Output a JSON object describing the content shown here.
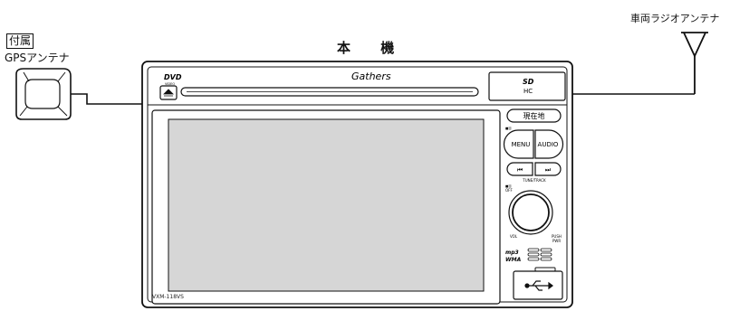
{
  "labels": {
    "unit_title": "本 機",
    "gps_tag": "付属",
    "gps_label": "GPSアンテナ",
    "antenna_label": "車両ラジオアンテナ"
  },
  "unit": {
    "dvd_logo": "DVD",
    "dvd_sub": "VIDEO",
    "brand": "Gathers",
    "model": "VXM-118VS",
    "sd_logo": "SD",
    "sd_sub": "HC",
    "btn_current": "現在地",
    "btn_menu": "MENU",
    "btn_audio": "AUDIO",
    "btn_prev": "⏮",
    "btn_next": "⏭",
    "tune_label": "TUNE/TRACK",
    "off_label": "OFF",
    "vol_label": "VOL",
    "push_label": "PUSH",
    "pwr_label": "PWR",
    "mp3_label": "mp3",
    "wma_label": "WMA",
    "usb_symbol": "⭠",
    "small_marks": [
      "■目",
      "■目"
    ]
  }
}
